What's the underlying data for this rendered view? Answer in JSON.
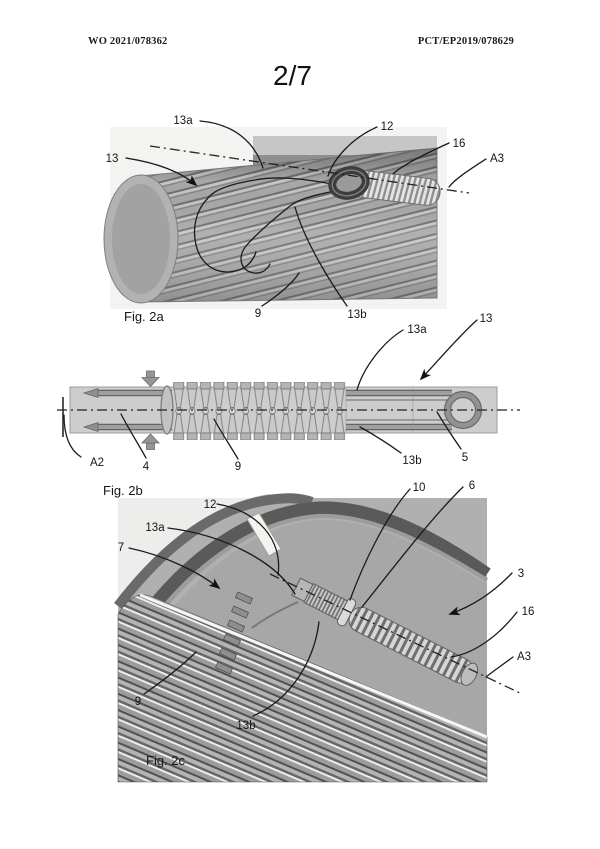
{
  "header": {
    "publication_number": "WO 2021/078362",
    "application_number": "PCT/EP2019/078629",
    "sheet_indicator": "2/7"
  },
  "figures": {
    "fig2a": {
      "caption": "Fig. 2a",
      "labels": {
        "ref_13a": "13a",
        "ref_12": "12",
        "ref_16": "16",
        "axis_A3": "A3",
        "ref_13": "13",
        "ref_9": "9",
        "ref_13b": "13b"
      }
    },
    "fig2b": {
      "caption": "Fig. 2b",
      "labels": {
        "ref_13a": "13a",
        "ref_13": "13",
        "axis_A2": "A2",
        "ref_4": "4",
        "ref_9": "9",
        "ref_13b": "13b",
        "ref_5": "5"
      }
    },
    "fig2c": {
      "caption": "Fig. 2c",
      "labels": {
        "ref_12": "12",
        "ref_10": "10",
        "ref_6": "6",
        "ref_13a": "13a",
        "ref_7": "7",
        "ref_3": "3",
        "ref_16": "16",
        "ref_9": "9",
        "ref_13b": "13b",
        "axis_A3": "A3"
      }
    }
  },
  "colors": {
    "ink": "#1b1b1b",
    "panel_light": "#f3f3f2",
    "render_gray": "#a7a7a7",
    "rim_dark": "#5a5a5a",
    "wire_dark": "#3a3a3a"
  }
}
